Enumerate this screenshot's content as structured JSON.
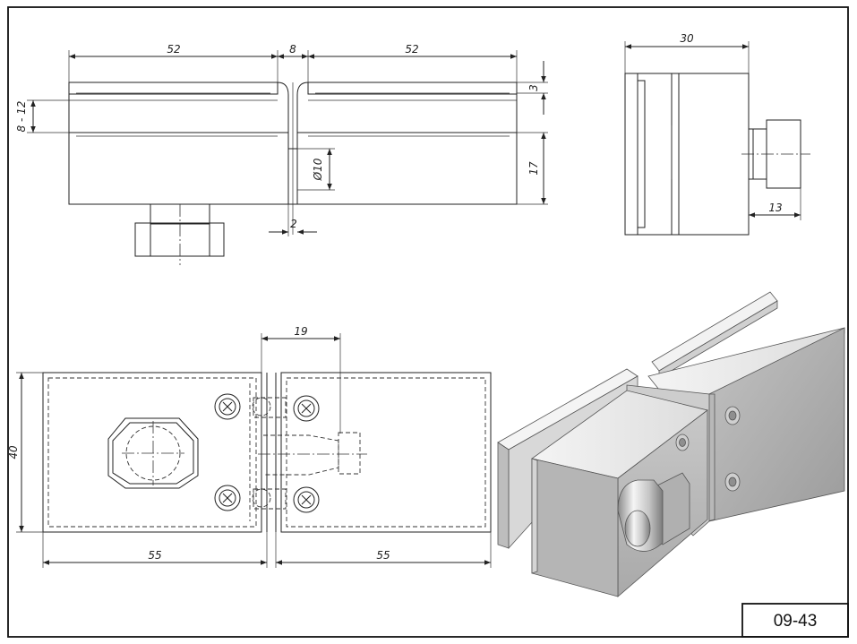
{
  "drawing": {
    "code": "09-43",
    "front_view_dims": {
      "left_width": "52",
      "gap": "8",
      "right_width": "52",
      "slot_range": "8 - 12",
      "plate": "3",
      "body_height": "17",
      "hole_diameter": "Ø10",
      "hole_offset": "2"
    },
    "side_view_dims": {
      "depth": "30",
      "knob": "13"
    },
    "top_view_dims": {
      "pin_offset": "19",
      "height": "40",
      "left_length": "55",
      "right_length": "55"
    }
  }
}
